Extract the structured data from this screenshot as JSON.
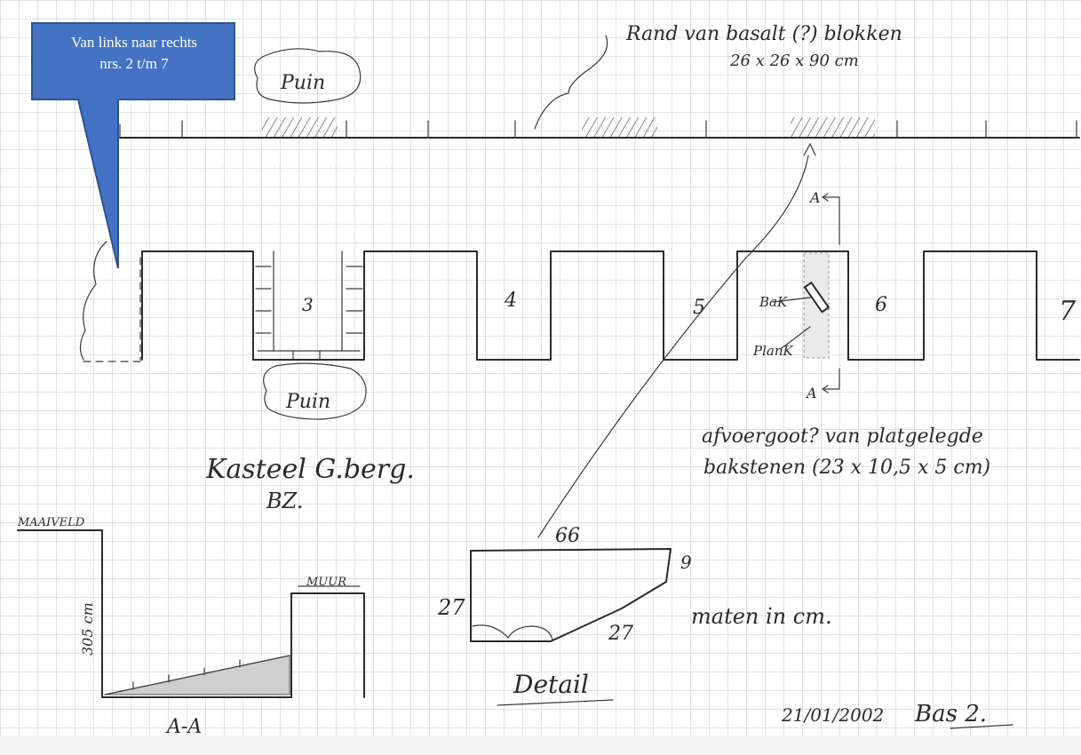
{
  "callout": {
    "line1": "Van links naar rechts",
    "line2": "nrs. 2 t/m 7"
  },
  "labels": {
    "rand_line1": "Rand van basalt (?) blokken",
    "rand_line2": "26 x 26 x 90 cm",
    "puin_top": "Puin",
    "puin_bottom": "Puin",
    "section_arrow_top": "A",
    "section_arrow_bottom": "A",
    "bak": "BaK",
    "plank": "PlanK",
    "afvoergoot_line1": "afvoergoot? van platgelegde",
    "afvoergoot_line2": "bakstenen (23 x 10,5 x 5 cm)",
    "title_line1": "Kasteel G.berg.",
    "title_line2": "BZ.",
    "maaiveld": "MAAIVELD",
    "depth": "305 cm",
    "muur": "MUUR",
    "section_label": "A-A",
    "dim_top": "66",
    "dim_right": "9",
    "dim_left": "27",
    "dim_bottom": "27",
    "detail": "Detail",
    "units_note": "maten in cm.",
    "date": "21/01/2002",
    "signature": "Bas 2."
  },
  "trench_numbers": [
    "3",
    "4",
    "5",
    "6",
    "7"
  ],
  "colors": {
    "grid": "#bdbdbd",
    "ink": "#2a2a2a",
    "callout_fill": "#4472c4",
    "callout_border": "#2f528f"
  }
}
